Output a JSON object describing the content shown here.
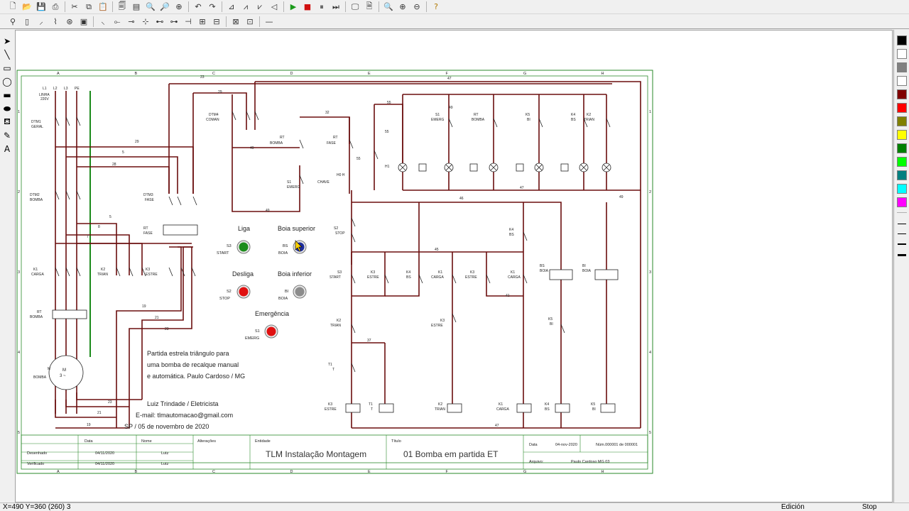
{
  "toolbar": {
    "row1": [
      {
        "name": "new-file-icon",
        "glyph": "🗋"
      },
      {
        "name": "open-folder-icon",
        "glyph": "📂"
      },
      {
        "name": "save-icon",
        "glyph": "💾"
      },
      {
        "name": "print-icon",
        "glyph": "⎙"
      },
      {
        "sep": true
      },
      {
        "name": "cut-icon",
        "glyph": "✂"
      },
      {
        "name": "copy-icon",
        "glyph": "⧉"
      },
      {
        "name": "paste-icon",
        "glyph": "📋"
      },
      {
        "sep": true
      },
      {
        "name": "print-preview-icon",
        "glyph": "🗐"
      },
      {
        "name": "page-setup-icon",
        "glyph": "▤"
      },
      {
        "name": "find-icon",
        "glyph": "🔍"
      },
      {
        "name": "find-next-icon",
        "glyph": "🔎"
      },
      {
        "name": "zoom-page-icon",
        "glyph": "⊕"
      },
      {
        "sep": true
      },
      {
        "name": "undo-icon",
        "glyph": "↶"
      },
      {
        "name": "redo-icon",
        "glyph": "↷"
      },
      {
        "sep": true
      },
      {
        "name": "align-left-icon",
        "glyph": "⊿"
      },
      {
        "name": "align-center-icon",
        "glyph": "⩘"
      },
      {
        "name": "flip-icon",
        "glyph": "⩗"
      },
      {
        "name": "rotate-icon",
        "glyph": "◁"
      },
      {
        "sep": true
      },
      {
        "name": "play-icon",
        "glyph": "▶",
        "color": "#1a9a1a"
      },
      {
        "name": "stop-icon",
        "glyph": "■",
        "color": "#d01010"
      },
      {
        "name": "pause-icon",
        "glyph": "⏸"
      },
      {
        "name": "step-icon",
        "glyph": "⏭"
      },
      {
        "sep": true
      },
      {
        "name": "screen-icon",
        "glyph": "🖵"
      },
      {
        "name": "page-icon",
        "glyph": "🗎"
      },
      {
        "sep": true
      },
      {
        "name": "zoom-icon",
        "glyph": "🔍"
      },
      {
        "name": "zoom-in-icon",
        "glyph": "⊕"
      },
      {
        "name": "zoom-out-icon",
        "glyph": "⊖"
      },
      {
        "sep": true
      },
      {
        "name": "help-icon",
        "glyph": "?",
        "color": "#b07800"
      }
    ],
    "row2": [
      {
        "name": "lamp-symbol-icon",
        "glyph": "⚲"
      },
      {
        "name": "fuse-symbol-icon",
        "glyph": "▯"
      },
      {
        "name": "switch-symbol-icon",
        "glyph": "⸝"
      },
      {
        "name": "thermal-symbol-icon",
        "glyph": "⌇"
      },
      {
        "name": "motor-symbol-icon",
        "glyph": "⊛"
      },
      {
        "name": "coil-symbol-icon",
        "glyph": "▣"
      },
      {
        "sep": true
      },
      {
        "name": "contact-no-icon",
        "glyph": "⸜"
      },
      {
        "name": "contact-nc-icon",
        "glyph": "⟜"
      },
      {
        "name": "timer-icon",
        "glyph": "⊸"
      },
      {
        "name": "junction-icon",
        "glyph": "⊹"
      },
      {
        "name": "terminal-icon",
        "glyph": "⊷"
      },
      {
        "name": "relay-icon",
        "glyph": "⊶"
      },
      {
        "name": "cross-icon",
        "glyph": "⊣"
      },
      {
        "name": "gauge-icon",
        "glyph": "⊞"
      },
      {
        "name": "block-icon",
        "glyph": "⊟"
      },
      {
        "sep": true
      },
      {
        "name": "module-icon",
        "glyph": "⊠"
      },
      {
        "name": "group-icon",
        "glyph": "⊡"
      },
      {
        "sep": true
      },
      {
        "name": "line-tool-icon",
        "glyph": "—"
      }
    ]
  },
  "left_tools": [
    {
      "name": "pointer-tool-icon",
      "glyph": "➤"
    },
    {
      "name": "line-draw-tool-icon",
      "glyph": "╲"
    },
    {
      "name": "rectangle-tool-icon",
      "glyph": "▭"
    },
    {
      "name": "ellipse-tool-icon",
      "glyph": "◯"
    },
    {
      "name": "filled-rectangle-tool-icon",
      "glyph": "▬"
    },
    {
      "name": "filled-ellipse-tool-icon",
      "glyph": "⬬"
    },
    {
      "name": "fill-tool-icon",
      "glyph": "⛾"
    },
    {
      "name": "eyedropper-tool-icon",
      "glyph": "✎"
    },
    {
      "name": "text-tool-icon",
      "glyph": "A"
    }
  ],
  "palette": [
    "#000000",
    "#ffffff",
    "#808080",
    "#ffffff",
    "#800000",
    "#ff0000",
    "#808000",
    "#ffff00",
    "#008000",
    "#00ff00",
    "#008080",
    "#00ffff",
    "#ff00ff"
  ],
  "status": {
    "coords": "X=490  Y=360 (260) 3",
    "mode": "Edición",
    "run": "Stop"
  },
  "labels": {
    "liga": "Liga",
    "boia_sup": "Boia superior",
    "desliga": "Desliga",
    "boia_inf": "Boia inferior",
    "emergencia": "Emergência",
    "S3": "S3",
    "start": "START",
    "S2": "S2",
    "stop": "STOP",
    "S1": "S1",
    "emerg": "EMERG",
    "BS": "BS",
    "BI": "BI",
    "boia": "BOIA",
    "desc1": "Partida estrela triângulo para",
    "desc2": "uma bomba de recalque manual",
    "desc3": "e automática. Paulo Cardoso / MG",
    "author": "Luiz Trindade / Eletricista",
    "email": "E-mail: tlmautomacao@gmail.com",
    "date": "SP / 05 de novembro de 2020"
  },
  "title_block": {
    "h_data": "Data",
    "h_nome": "Nome",
    "h_alter": "Alterações",
    "h_entidade": "Entidade",
    "h_titulo": "Título",
    "desenhado": "Desenhado",
    "verificado": "Verificado",
    "d1": "04/11/2020",
    "d2": "04/11/2020",
    "n1": "Lutz",
    "n2": "Lutz",
    "entidade": "TLM Instalação Montagem",
    "titulo": "01 Bomba em partida ET",
    "data_lbl": "Data",
    "data_val": "04-nov-2020",
    "num": "Núm.000001 de 000001",
    "arquivo_lbl": "Arquivo:",
    "arquivo_val": "Paulo Cardoso MG 03"
  },
  "grid_cols": [
    "A",
    "B",
    "C",
    "D",
    "E",
    "F",
    "G",
    "H"
  ],
  "grid_rows": [
    "1",
    "2",
    "3",
    "4",
    "5"
  ]
}
